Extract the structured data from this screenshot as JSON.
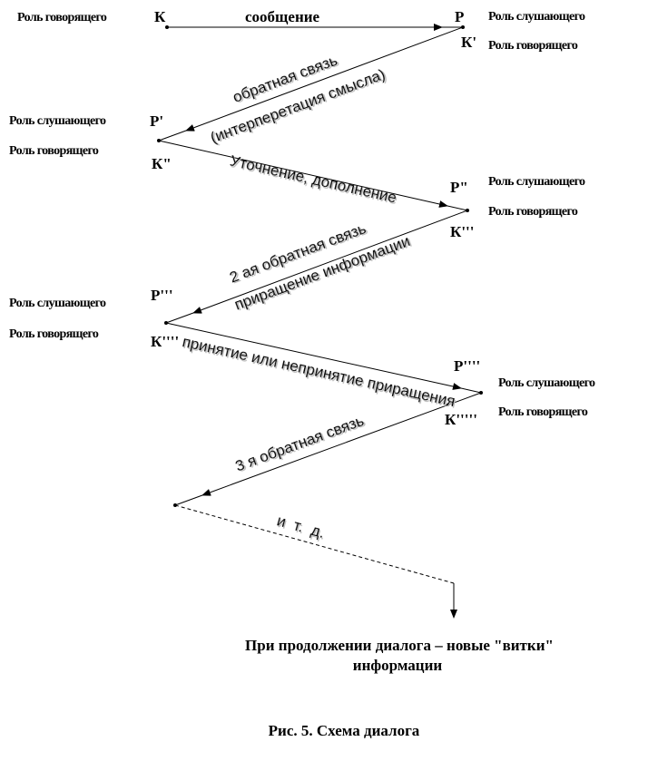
{
  "roles": {
    "speaker": "Роль говорящего",
    "listener": "Роль слушающего"
  },
  "nodes": [
    "К",
    "Р",
    "К'",
    "Р'",
    "К\"",
    "Р\"",
    "К'''",
    "Р'''",
    "К''''",
    "Р''''",
    "К'''''"
  ],
  "message": "сообщение",
  "arrows": [
    "обратная связь",
    "(интерперетация смысла)",
    "Уточнение, дополнение",
    "2 ая обратная связь",
    "приращение информации",
    "принятие или непринятие приращения",
    "3 я обратная связь",
    "и  т.  д."
  ],
  "conclusion": [
    "При продолжении  диалога – новые \"витки\"",
    "информации"
  ],
  "caption": "Рис. 5. Схема диалога"
}
